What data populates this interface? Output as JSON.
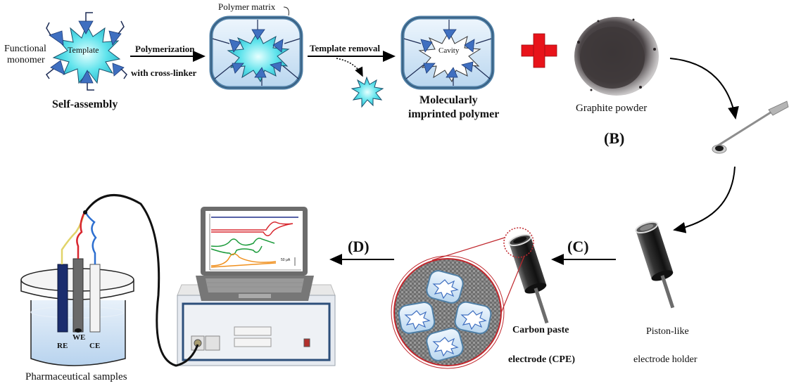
{
  "section_a": {
    "functional_monomer_line1": "Functional",
    "functional_monomer_line2": "monomer",
    "template": "Template",
    "self_assembly": "Self-assembly",
    "polymerization": "Polymerization",
    "cross_linker": "with cross-linker",
    "polymer_matrix": "Polymer matrix",
    "template_removal": "Template removal",
    "cavity": "Cavity",
    "mip_line1": "Molecularly",
    "mip_line2": "imprinted polymer"
  },
  "section_b": {
    "graphite": "Graphite powder",
    "label": "(B)"
  },
  "section_c": {
    "label": "(C)",
    "holder_line1": "Piston-like",
    "holder_line2": "electrode holder",
    "cpe_line1": "Carbon paste",
    "cpe_line2": "electrode (CPE)"
  },
  "section_d": {
    "label": "(D)",
    "re": "RE",
    "we": "WE",
    "ce": "CE",
    "samples": "Pharmaceutical samples",
    "scale": "50 μA"
  },
  "colors": {
    "plus": "#e8131a",
    "template": "#5fe3ec",
    "arrowhead_blue": "#3f6fc0",
    "matrix_fill": "#cfe4f6",
    "matrix_border": "#4f7fa6",
    "cv_blue": "#1f2f8a",
    "cv_red": "#d8262e",
    "cv_green": "#1a9a3a",
    "cv_orange": "#f0901e",
    "lens_red": "#c0272d"
  }
}
